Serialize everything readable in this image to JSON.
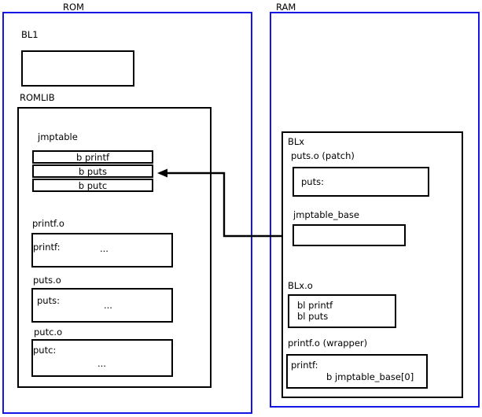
{
  "diagram": {
    "title": "ROMLIB jump table patching diagram",
    "colors": {
      "region_border": "#1414e6",
      "box_border": "#000000",
      "background": "#ffffff",
      "text": "#000000"
    },
    "regions": [
      {
        "id": "rom",
        "label": "ROM"
      },
      {
        "id": "ram",
        "label": "RAM"
      }
    ],
    "rom": {
      "label": "ROM",
      "bl1": {
        "label": "BL1",
        "body": ""
      },
      "romlib": {
        "label": "ROMLIB",
        "jmptable": {
          "label": "jmptable",
          "entries": [
            "b printf",
            "b puts",
            "b putc"
          ]
        },
        "objects": [
          {
            "label": "printf.o",
            "symbol": "printf:",
            "body": "..."
          },
          {
            "label": "puts.o",
            "symbol": "puts:",
            "body": "..."
          },
          {
            "label": "putc.o",
            "symbol": "putc:",
            "body": "..."
          }
        ]
      }
    },
    "ram": {
      "label": "RAM",
      "blx": {
        "label": "BLx",
        "puts_patch": {
          "label": "puts.o (patch)",
          "symbol": "puts:"
        },
        "jmptable_base": {
          "label": "jmptable_base",
          "body": ""
        },
        "blx_o": {
          "label": "BLx.o",
          "line1": "bl printf",
          "line2": "bl puts"
        },
        "printf_wrapper": {
          "label": "printf.o (wrapper)",
          "symbol": "printf:",
          "instruction": "b jmptable_base[0]"
        }
      }
    },
    "connector": {
      "name": "jmptable-base-to-b-puts-arrow",
      "from": "jmptable_base",
      "to": "b puts"
    }
  }
}
